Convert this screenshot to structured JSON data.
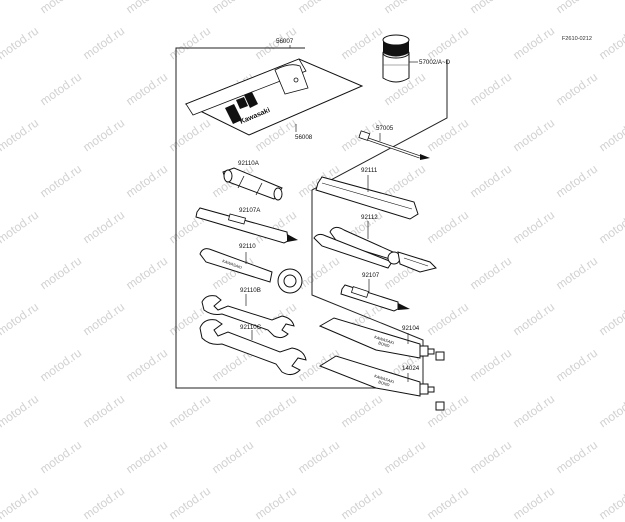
{
  "figure_ref": "F2610-0212",
  "watermark": "motod.ru",
  "parts": [
    {
      "id": "56007",
      "name": "tool-kit-frame"
    },
    {
      "id": "57002/A~D",
      "name": "grease-tin"
    },
    {
      "id": "56008",
      "name": "tool-bag"
    },
    {
      "id": "57005",
      "name": "screwdriver-bit"
    },
    {
      "id": "92110A",
      "name": "plug-wrench"
    },
    {
      "id": "92111",
      "name": "screwdriver-handle"
    },
    {
      "id": "92107A",
      "name": "screwdriver-small"
    },
    {
      "id": "92112",
      "name": "pliers"
    },
    {
      "id": "92110",
      "name": "ring-wrench"
    },
    {
      "id": "92107",
      "name": "screwdriver-phillips"
    },
    {
      "id": "92110B",
      "name": "open-wrench-1"
    },
    {
      "id": "92110C",
      "name": "open-wrench-2"
    },
    {
      "id": "92104",
      "name": "bond-tube-1"
    },
    {
      "id": "14024",
      "name": "bond-tube-2"
    }
  ],
  "bag_brand": "Kawasaki",
  "tube_brand": "KAWASAKI",
  "tube_label": "BOND",
  "wrench_brand": "KAWASAKI"
}
